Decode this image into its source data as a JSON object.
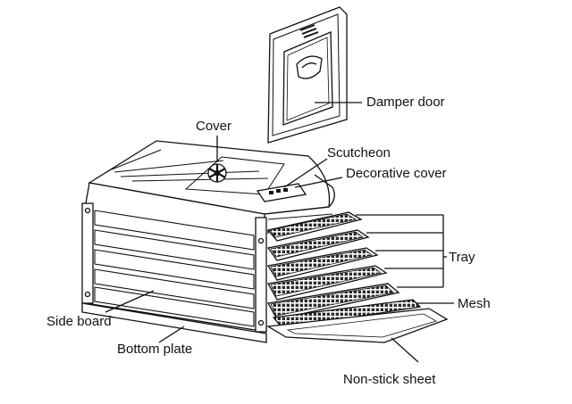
{
  "labels": {
    "damper_door": "Damper door",
    "cover": "Cover",
    "scutcheon": "Scutcheon",
    "decorative_cover": "Decorative cover",
    "tray": "Tray",
    "mesh": "Mesh",
    "side_board": "Side board",
    "bottom_plate": "Bottom plate",
    "non_stick_sheet": "Non-stick sheet"
  },
  "colors": {
    "line": "#111111",
    "mesh_fill": "#2a2a2a",
    "background": "#ffffff"
  }
}
